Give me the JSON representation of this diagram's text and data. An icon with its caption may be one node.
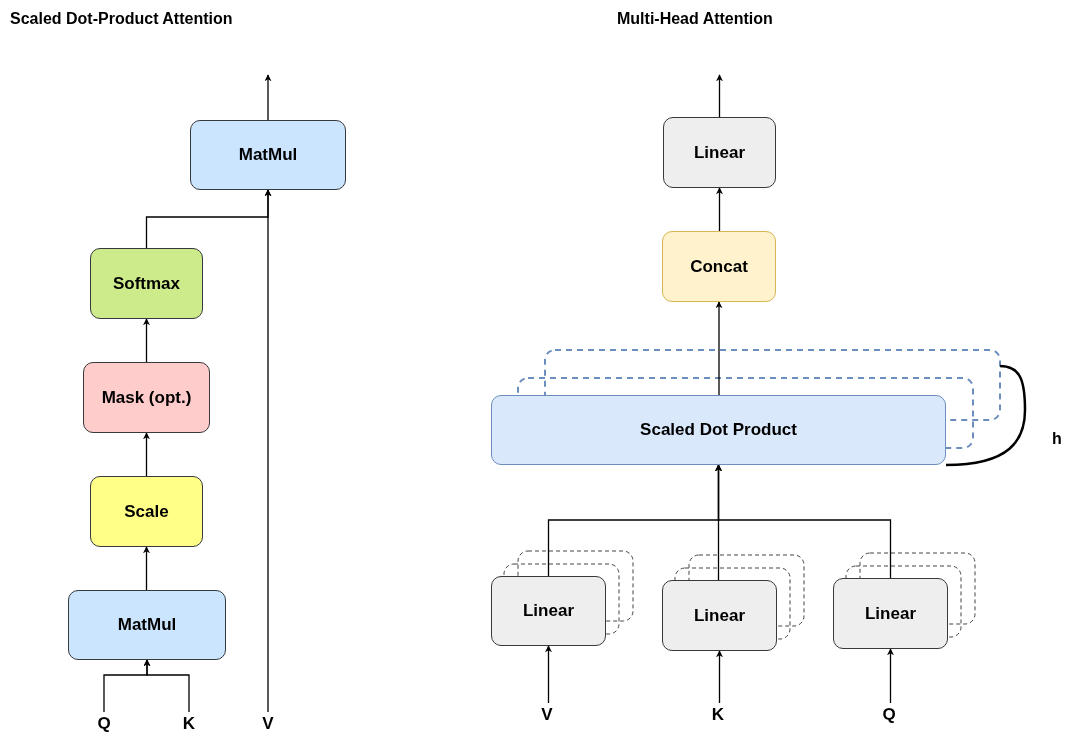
{
  "diagram": {
    "nodes": [
      {
        "text": [
          "MatMul"
        ]
      },
      {
        "text": [
          "Softmax"
        ]
      },
      {
        "text": [
          "Mask (opt.)"
        ]
      },
      {
        "text": [
          "Scale"
        ]
      },
      {
        "text": [
          "MatMul"
        ]
      },
      {
        "text": [
          "Q"
        ]
      },
      {
        "text": [
          "K"
        ]
      },
      {
        "text": [
          "V"
        ]
      },
      {
        "text": [
          "Linear"
        ]
      },
      {
        "text": [
          "Concat"
        ]
      },
      {
        "text": [
          "Scaled Dot Product"
        ]
      },
      {
        "text": [
          "Linear"
        ]
      },
      {
        "text": [
          "Linear"
        ]
      },
      {
        "text": [
          "Linear"
        ]
      },
      {
        "text": [
          "V"
        ]
      },
      {
        "text": [
          "K"
        ]
      },
      {
        "text": [
          "Q"
        ]
      }
    ],
    "edges": [
      {
        "from": 0,
        "to": null,
        "arrow": "to"
      },
      {
        "from": 1,
        "to": 0,
        "arrow": "to"
      },
      {
        "from": 7,
        "to": 0,
        "arrow": "to"
      },
      {
        "from": 2,
        "to": 1,
        "arrow": "to"
      },
      {
        "from": 3,
        "to": 2,
        "arrow": "to"
      },
      {
        "from": 4,
        "to": 3,
        "arrow": "to"
      },
      {
        "from": 5,
        "to": 4,
        "arrow": "to"
      },
      {
        "from": 6,
        "to": 4,
        "arrow": "to"
      },
      {
        "from": 8,
        "to": null,
        "arrow": "to"
      },
      {
        "from": 9,
        "to": 8,
        "arrow": "to"
      },
      {
        "from": 10,
        "to": 9,
        "arrow": "to"
      },
      {
        "from": 11,
        "to": 10,
        "arrow": "to"
      },
      {
        "from": 12,
        "to": 10,
        "arrow": "to"
      },
      {
        "from": 13,
        "to": 10,
        "arrow": "to"
      },
      {
        "from": 14,
        "to": 11,
        "arrow": "to"
      },
      {
        "from": 15,
        "to": 12,
        "arrow": "to"
      },
      {
        "from": 16,
        "to": 13,
        "arrow": "to"
      }
    ],
    "labels": [
      "Scaled Dot-Product Attention",
      "Multi-Head Attention",
      "h"
    ]
  }
}
